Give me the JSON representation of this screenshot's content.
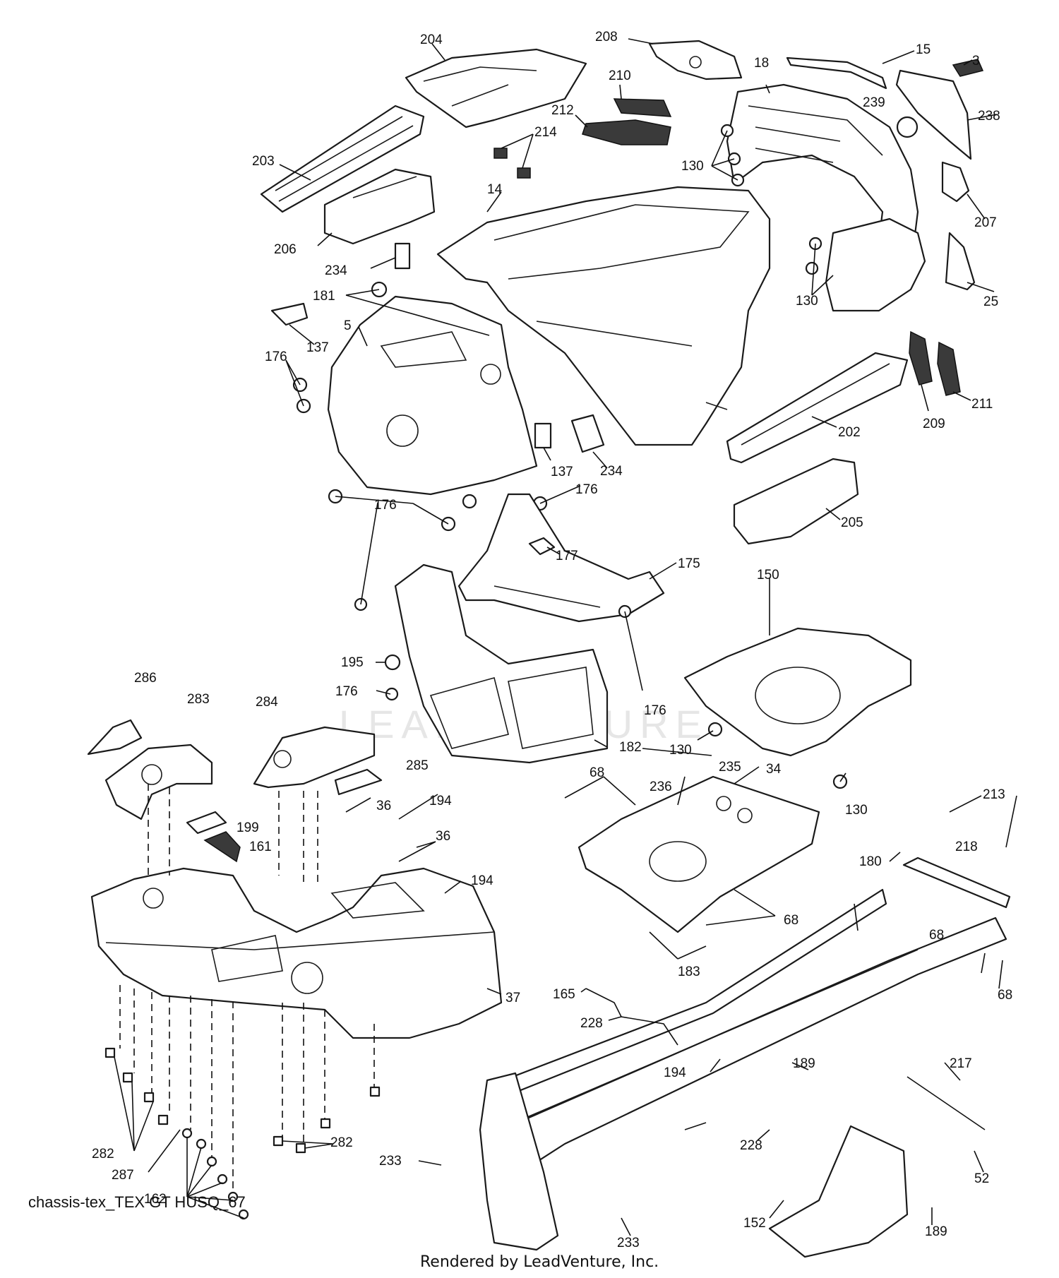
{
  "diagram": {
    "caption": "chassis-tex_TEX GT HUSQ_67",
    "credit": "Rendered by LeadVenture, Inc.",
    "watermark": "LEADVENTURE",
    "callouts": [
      {
        "id": "c204",
        "label": "204"
      },
      {
        "id": "c208",
        "label": "208"
      },
      {
        "id": "c15",
        "label": "15"
      },
      {
        "id": "c3",
        "label": "3"
      },
      {
        "id": "c18",
        "label": "18"
      },
      {
        "id": "c210",
        "label": "210"
      },
      {
        "id": "c212",
        "label": "212"
      },
      {
        "id": "c214",
        "label": "214"
      },
      {
        "id": "c239",
        "label": "239"
      },
      {
        "id": "c238",
        "label": "238"
      },
      {
        "id": "c203",
        "label": "203"
      },
      {
        "id": "c130a",
        "label": "130"
      },
      {
        "id": "c14",
        "label": "14"
      },
      {
        "id": "c207",
        "label": "207"
      },
      {
        "id": "c206",
        "label": "206"
      },
      {
        "id": "c234a",
        "label": "234"
      },
      {
        "id": "c130b",
        "label": "130"
      },
      {
        "id": "c25",
        "label": "25"
      },
      {
        "id": "c181",
        "label": "181"
      },
      {
        "id": "c137a",
        "label": "137"
      },
      {
        "id": "c5",
        "label": "5"
      },
      {
        "id": "c176a",
        "label": "176"
      },
      {
        "id": "c209",
        "label": "209"
      },
      {
        "id": "c211",
        "label": "211"
      },
      {
        "id": "c202",
        "label": "202"
      },
      {
        "id": "c137b",
        "label": "137"
      },
      {
        "id": "c234b",
        "label": "234"
      },
      {
        "id": "c176b",
        "label": "176"
      },
      {
        "id": "c176c",
        "label": "176"
      },
      {
        "id": "c205",
        "label": "205"
      },
      {
        "id": "c177",
        "label": "177"
      },
      {
        "id": "c175",
        "label": "175"
      },
      {
        "id": "c150",
        "label": "150"
      },
      {
        "id": "c195",
        "label": "195"
      },
      {
        "id": "c176d",
        "label": "176"
      },
      {
        "id": "c176e",
        "label": "176"
      },
      {
        "id": "c286",
        "label": "286"
      },
      {
        "id": "c283",
        "label": "283"
      },
      {
        "id": "c284",
        "label": "284"
      },
      {
        "id": "c130c",
        "label": "130"
      },
      {
        "id": "c182",
        "label": "182"
      },
      {
        "id": "c285",
        "label": "285"
      },
      {
        "id": "c68a",
        "label": "68"
      },
      {
        "id": "c235",
        "label": "235"
      },
      {
        "id": "c34",
        "label": "34"
      },
      {
        "id": "c236",
        "label": "236"
      },
      {
        "id": "c130d",
        "label": "130"
      },
      {
        "id": "c194a",
        "label": "194"
      },
      {
        "id": "c36a",
        "label": "36"
      },
      {
        "id": "c36b",
        "label": "36"
      },
      {
        "id": "c199",
        "label": "199"
      },
      {
        "id": "c213",
        "label": "213"
      },
      {
        "id": "c161",
        "label": "161"
      },
      {
        "id": "c194b",
        "label": "194"
      },
      {
        "id": "c180",
        "label": "180"
      },
      {
        "id": "c218",
        "label": "218"
      },
      {
        "id": "c68b",
        "label": "68"
      },
      {
        "id": "c68c",
        "label": "68"
      },
      {
        "id": "c183",
        "label": "183"
      },
      {
        "id": "c165",
        "label": "165"
      },
      {
        "id": "c68d",
        "label": "68"
      },
      {
        "id": "c37",
        "label": "37"
      },
      {
        "id": "c228a",
        "label": "228"
      },
      {
        "id": "c194c",
        "label": "194"
      },
      {
        "id": "c189a",
        "label": "189"
      },
      {
        "id": "c217",
        "label": "217"
      },
      {
        "id": "c282a",
        "label": "282"
      },
      {
        "id": "c287",
        "label": "287"
      },
      {
        "id": "c233a",
        "label": "233"
      },
      {
        "id": "c228b",
        "label": "228"
      },
      {
        "id": "c162",
        "label": "162"
      },
      {
        "id": "c282b",
        "label": "282"
      },
      {
        "id": "c52",
        "label": "52"
      },
      {
        "id": "c152",
        "label": "152"
      },
      {
        "id": "c189b",
        "label": "189"
      },
      {
        "id": "c233b",
        "label": "233"
      }
    ]
  }
}
